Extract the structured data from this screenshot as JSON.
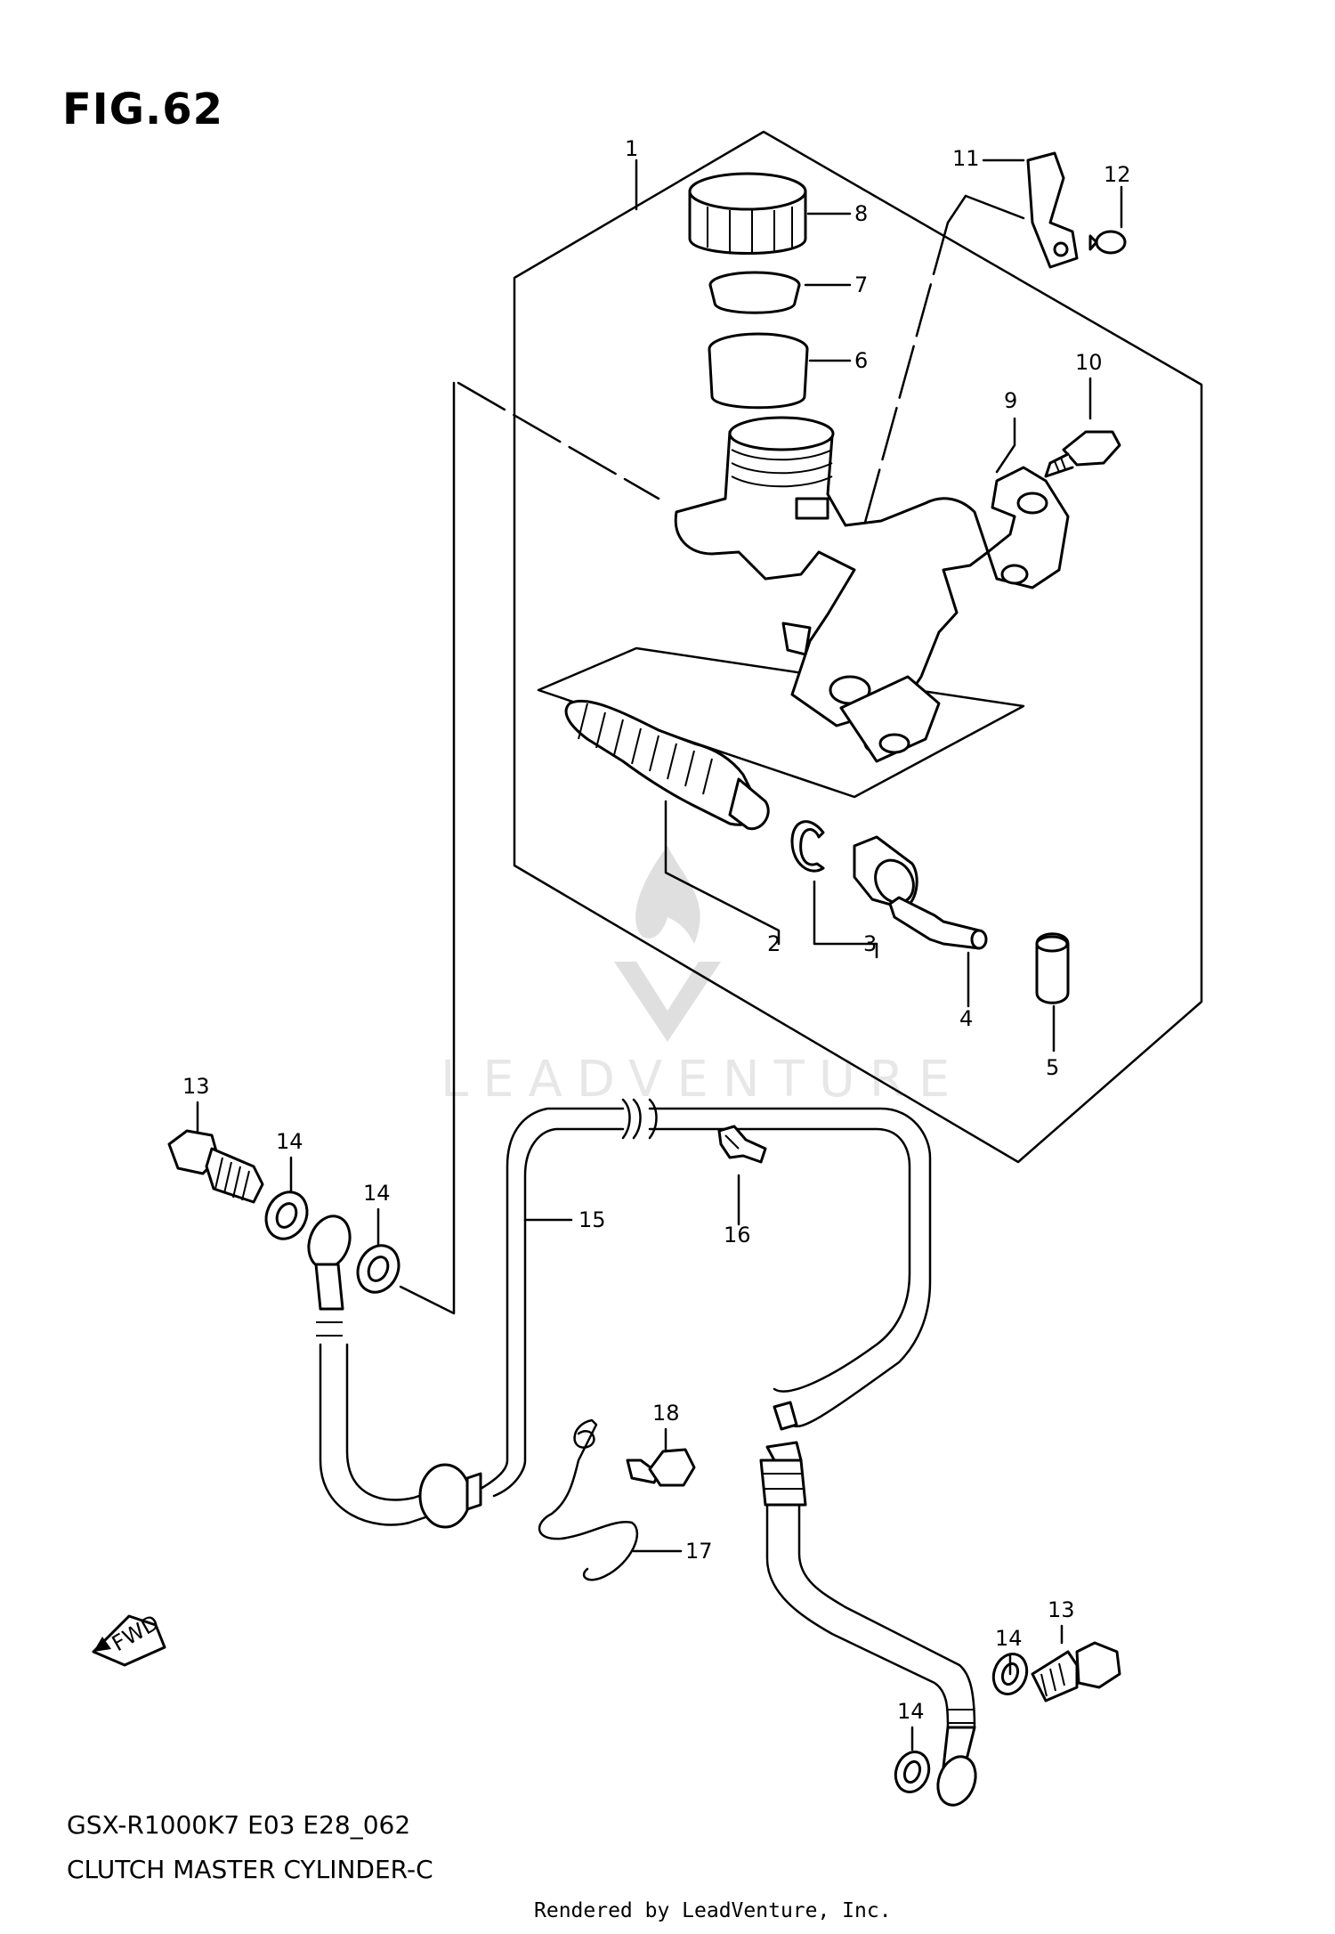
{
  "figure": {
    "title": "FIG.62",
    "model_code": "GSX-R1000K7 E03 E28_062",
    "caption": "CLUTCH MASTER CYLINDER-C",
    "render_credit": "Rendered by LeadVenture, Inc.",
    "watermark_text": "LEADVENTURE"
  },
  "callouts": {
    "c1": "1",
    "c2": "2",
    "c3": "3",
    "c4": "4",
    "c5": "5",
    "c6": "6",
    "c7": "7",
    "c8": "8",
    "c9": "9",
    "c10": "10",
    "c11": "11",
    "c12": "12",
    "c13a": "13",
    "c13b": "13",
    "c14a": "14",
    "c14b": "14",
    "c14c": "14",
    "c14d": "14",
    "c15": "15",
    "c16": "16",
    "c17": "17",
    "c18": "18"
  },
  "fwd_label": "FWD",
  "colors": {
    "line": "#000000",
    "background": "#ffffff"
  }
}
